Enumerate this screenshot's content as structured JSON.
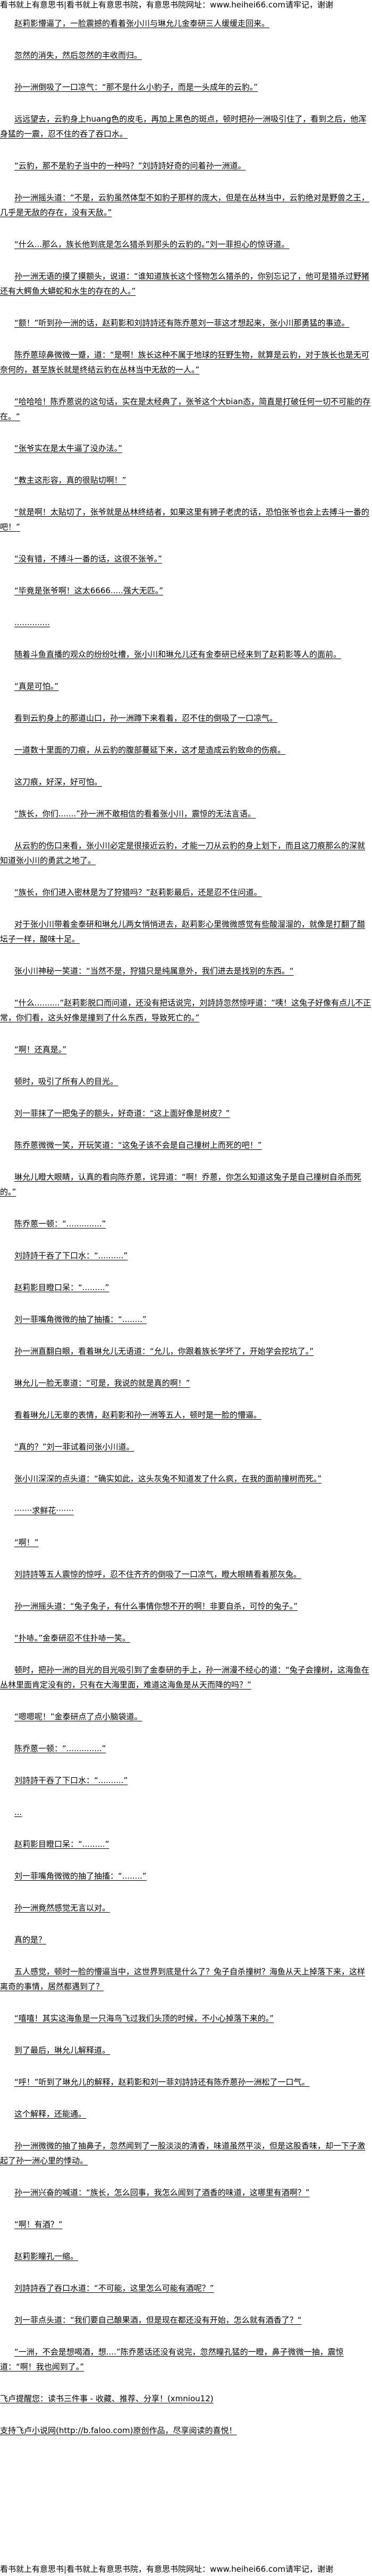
{
  "header_notice": "看书就上有意思书|看书就上有意思书院，有意思书院网址：www.heihei66.com请牢记，谢谢",
  "paragraphs": [
    "赵莉影懵逼了，一脸震撼的看着张小川与琳允儿金泰研三人缓缓走回来。",
    "忽然的消失，然后忽然的丰收而归。",
    "孙一洲倒吸了一口凉气：“那不是什么小豹子，而是一头成年的云豹。”",
    "远远望去，云豹身上huang色的皮毛，再加上黑色的斑点，顿时把孙一洲吸引住了，看到之后，他浑身猛的一震，忍不住的吞了吞口水。",
    "“云豹，那不是豹子当中的一种吗？”刘詩詩好奇的问着孙一洲道。",
    "孙一洲摇头道：“不是，云豹虽然体型不如豹子那样的庞大，但是在丛林当中，云豹绝对是野兽之王，几乎是无敌的存在，没有天敌。”",
    "“什么...那么，族长他到底是怎么猎杀到那头的云豹的。”刘一菲担心的惊讶道。",
    "孙一洲无语的摸了摸额头，说道：“谁知道族长这个怪物怎么猎杀的，你别忘记了，他可是猎杀过野猪还有大鳄鱼大蟒蛇和水生的存在的人。”",
    "“额！”听到孙一洲的话，赵莉影和刘詩詩还有陈乔蒽刘一菲这才想起来，张小川那勇猛的事迹。",
    "陈乔蒽琼鼻微微一蹙，道：“是啊！族长这种不属于地球的狂野生物，就算是云豹，对于族长也是无可奈何的，甚至族长就是终结云豹在丛林当中无敌的一人。”",
    "“哈哈哈！陈乔蒽说的这句话，实在是太经典了，张爷这个大bian态，简直是打破任何一切不可能的存在。“",
    "“张爷实在是太牛逼了没办法。”",
    "“教主这形容，真的很贴切啊！”",
    "“就是啊！太贴切了，张爷就是丛林终结者，如果这里有狮子老虎的话，恐怕张爷也会上去搏斗一番的吧！”",
    "“没有错，不搏斗一番的话，这很不张爷。”",
    "“毕竟是张爷啊！这太6666.....强大无匹。”",
    "..............",
    "随着斗鱼直播的观众的纷纷吐槽，张小川和琳允儿还有金泰研已经来到了赵莉影等人的面前。",
    "“真是可怕。”",
    "看到云豹身上的那道山口，孙一洲蹲下来看着，忍不住的倒吸了一口凉气。",
    "一道数十里面的刀痕，从云豹的腹部蔓延下来，这才是造成云豹致命的伤痕。",
    "这刀痕，好深，好可怕。",
    "“族长，你们.......”孙一洲不敢相信的看着张小川，震惊的无法言语。",
    "从云豹的伤口来看，张小川必定是很接近云豹，才能一刀从云豹的身上划下，而且这刀痕那么的深就知道张小川的勇武之地了。",
    "“族长，你们进入密林是为了狩猎吗？”赵莉影最后，还是忍不住问道。",
    "对于张小川带着金泰研和琳允儿两女悄悄进去，赵莉影心里微微感觉有些酸溜溜的，就像是打翻了醋坛子一样，酸味十足。",
    "张小川神秘一笑道：“当然不是，狩猎只是纯属意外，我们进去是找别的东西。“",
    "“什么..........“赵莉影脱口而问道，还没有把话说完，刘詩詩忽然惊呼道：“咦！这兔子好像有点儿不正常，你们看，这头好像是撞到了什么东西，导致死亡的。”",
    "“啊！还真是。”",
    "顿时，吸引了所有人的目光。",
    "刘一菲抹了一把兔子的额头，好奇道：“这上面好像是树皮？”",
    "陈乔蒽微微一笑，开玩笑道：“这兔子该不会是自己撞树上而死的吧！”",
    "琳允儿瞪大眼睛，认真的看向陈乔蒽，诧异道：“啊！乔蒽，你怎么知道这兔子是自己撞树自杀而死的。”",
    "陈乔蒽一顿：“..............”",
    "刘詩詩干吞了下口水：“..........”",
    "赵莉影目瞪口呆：“.........”",
    "刘一菲嘴角微微的抽了抽搐：“........”",
    "孙一洲直翻白眼，看着琳允儿无语道：“允儿，你跟着族长学坏了，开始学会挖坑了。”",
    "琳允儿一脸无辜道：“可是，我说的就是真的啊！”",
    "看着琳允儿无辜的表情，赵莉影和孙一洲等五人，顿时是一脸的懵逼。",
    "“真的？”刘一菲试着问张小川道。",
    "张小川深深的点头道：“确实如此，这头灰兔不知道发了什么疯，在我的面前撞树而死。”",
    "·······求鲜花·······",
    "“啊！”",
    "刘詩詩等五人震惊的惊呼，忍不住齐齐的倒吸了一口凉气，瞪大眼睛看着那灰兔。",
    "孙一洲摇头道：“兔子兔子，有什么事情你想不开的啊！非要自杀，可怜的兔子。”",
    "“扑哧。”金泰研忍不住扑哧一笑。",
    "顿时，把孙一洲的目光的目光吸引到了金泰研的手上，孙一洲漫不经心的道：“兔子会撞树，这海鱼在丛林里面肯定没有的，只有在大海里面，难道这海鱼是从天而降的吗？”",
    "“嗯嗯呢！”金泰研点了点小脑袋道。",
    "陈乔蒽一顿：“..............”",
    "刘詩詩干吞了下口水：“..........”",
    "...",
    "赵莉影目瞪口呆：“.........”",
    "刘一菲嘴角微微的抽了抽搐：“........”",
    "孙一洲竟然感觉无言以对。",
    "真的是？",
    "五人感觉，顿时一脸的懵逼当中，这世界到底是什么了？兔子自杀撞树？海鱼从天上掉落下来，这样离奇的事情，居然都遇到了？",
    "“嘻嘻！其实这海鱼是一只海鸟飞过我们头顶的时候，不小心掉落下来的。”",
    "到了最后，琳允儿解释道。",
    "“呼！”听到了琳允儿的解释，赵莉影和刘一菲刘詩詩还有陈乔蒽孙一洲松了一口气。",
    "这个解释，还能通。",
    "孙一洲微微的抽了抽鼻子，忽然闻到了一股淡淡的清香，味道虽然平淡，但是这股香味，却一下子激起了孙一洲心里的悸动。",
    "孙一洲兴奋的喊道：“族长，怎么回事，我怎么闻到了酒香的味道，这哪里有酒啊？”",
    "“啊！有酒？”",
    "赵莉影瞳孔一缩。",
    "刘詩詩吞了吞口水道：“不可能，这里怎么可能有酒呢？”",
    "刘一菲点头道：“我们要自己酿果酒，但是现在都还没有开始，怎么就有酒香了？“",
    "“一洲，不会是想喝酒，想....”陈乔蒽话还没有说完，忽然瞳孔猛的一瞪，鼻子微微一抽，震惊道：“啊！我也闻到了。”"
  ],
  "footer": {
    "tip": "飞卢提醒您：读书三件事 - 收藏、推荐、分享！(xmniou12)",
    "support": "支持飞卢小说网(http://b.faloo.com)原创作品，尽享阅读的喜悦！"
  },
  "footer_notice": "看书就上有意思书|看书就上有意思书院，有意思书院网址：www.heihei66.com请牢记，谢谢"
}
